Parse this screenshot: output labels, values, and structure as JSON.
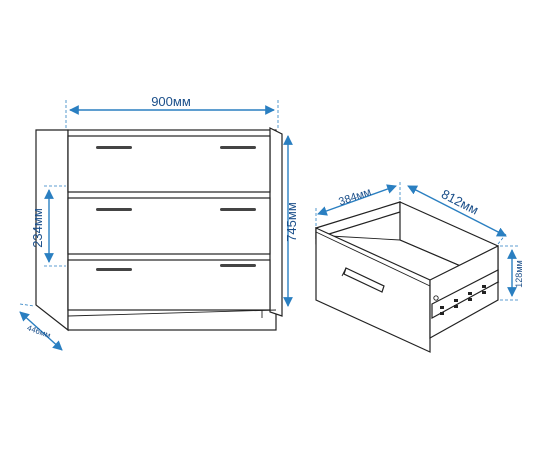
{
  "dimensions": {
    "width": "900мм",
    "height": "745мм",
    "drawer_height": "234мм",
    "depth": "446мм",
    "inner_depth": "384мм",
    "drawer_width": "812мм",
    "inner_height": "128мм"
  },
  "colors": {
    "dimension": "#2a7fc1",
    "dimension_text": "#1b4f8a",
    "outline": "#222222"
  }
}
